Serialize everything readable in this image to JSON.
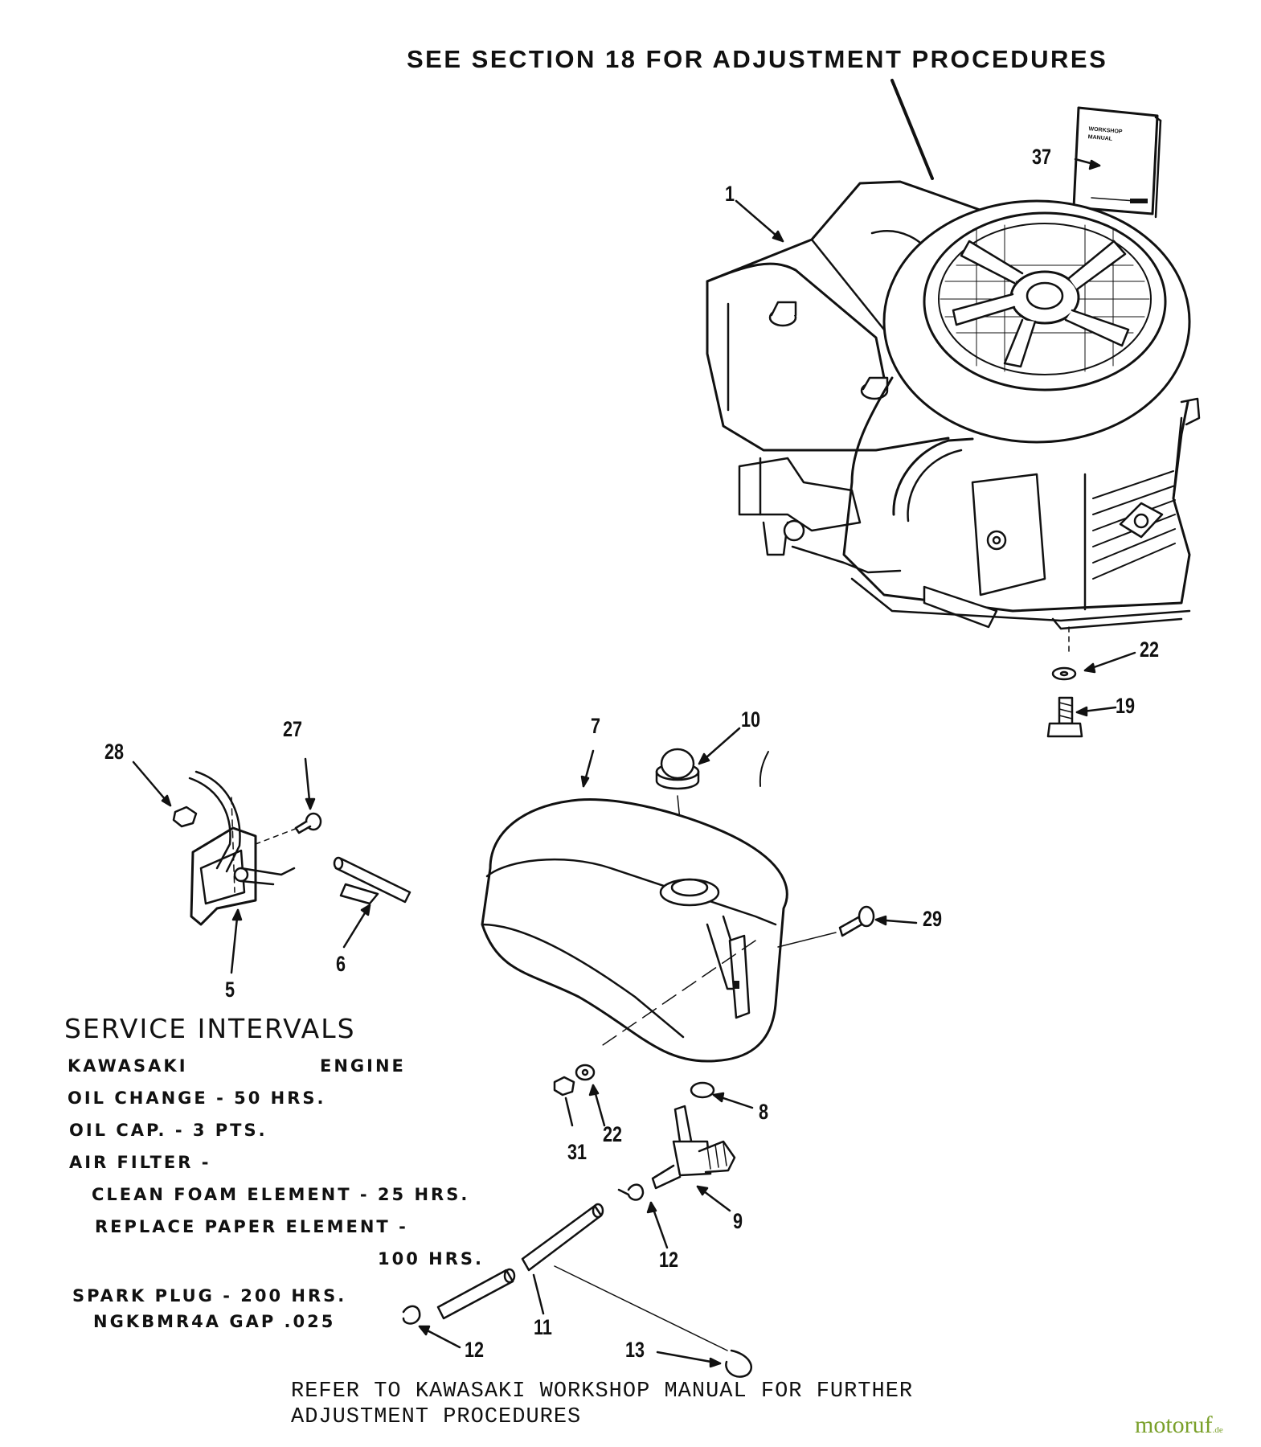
{
  "header": {
    "instruction": "SEE SECTION 18 FOR ADJUSTMENT PROCEDURES"
  },
  "manual_cover": {
    "line1": "WORKSHOP",
    "line2": "MANUAL"
  },
  "callouts": {
    "c1": "1",
    "c37": "37",
    "c22_top": "22",
    "c19": "19",
    "c10": "10",
    "c7": "7",
    "c27": "27",
    "c28": "28",
    "c5": "5",
    "c6": "6",
    "c29": "29",
    "c8": "8",
    "c22_bottom": "22",
    "c31": "31",
    "c9": "9",
    "c12_right": "12",
    "c11": "11",
    "c12_left": "12",
    "c13": "13"
  },
  "service": {
    "title": "SERVICE INTERVALS",
    "engine_brand": "KAWASAKI",
    "engine_word": "ENGINE",
    "oil_change": "OIL CHANGE - 50 HRS.",
    "oil_cap": "OIL CAP. - 3 PTS.",
    "air_filter": "AIR FILTER -",
    "foam": "CLEAN FOAM ELEMENT - 25 HRS.",
    "paper": "REPLACE PAPER ELEMENT -",
    "paper_hrs": "100 HRS.",
    "spark_plug": "SPARK PLUG - 200 HRS.",
    "plug_spec": "NGKBMR4A GAP .025"
  },
  "footer": {
    "line1": "REFER TO KAWASAKI WORKSHOP MANUAL FOR FURTHER",
    "line2": "ADJUSTMENT PROCEDURES"
  },
  "watermark": {
    "brand": "motoruf",
    "suffix": ".de"
  }
}
